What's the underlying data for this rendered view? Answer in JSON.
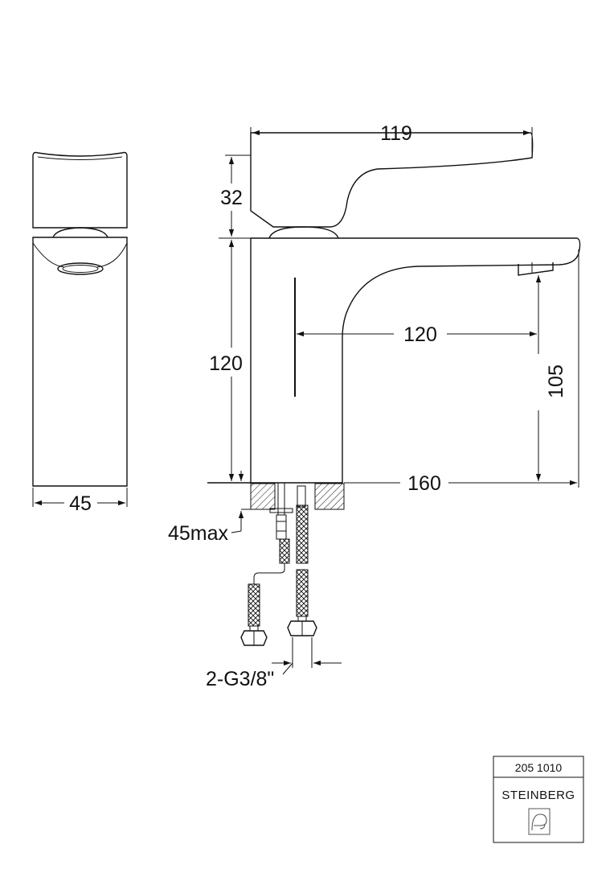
{
  "dimensions": {
    "handle_length": "119",
    "handle_height": "32",
    "body_height": "120",
    "spout_reach": "120",
    "spout_height": "105",
    "overall_length": "160",
    "body_width": "45",
    "max_deck_thickness": "45max",
    "connection": "2-G3/8\""
  },
  "title_block": {
    "article_number": "205 1010",
    "brand": "STEINBERG"
  },
  "icons": [
    "basin-logo-icon"
  ]
}
